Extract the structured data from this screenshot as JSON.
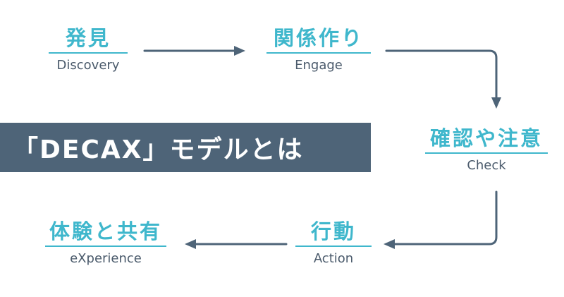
{
  "title": "「DECAX」モデルとは",
  "nodes": {
    "discovery": {
      "ja": "発見",
      "en": "Discovery"
    },
    "engage": {
      "ja": "関係作り",
      "en": "Engage"
    },
    "check": {
      "ja": "確認や注意",
      "en": "Check"
    },
    "action": {
      "ja": "行動",
      "en": "Action"
    },
    "experience": {
      "ja": "体験と共有",
      "en": "eXperience"
    }
  },
  "colors": {
    "accent": "#3fb7cc",
    "arrow": "#4e6478",
    "band": "#4e6478",
    "english_text": "#4a5a6b"
  }
}
